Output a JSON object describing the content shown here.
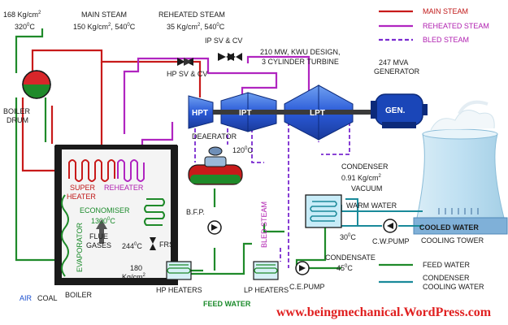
{
  "legend": {
    "main_steam": "MAIN STEAM",
    "reheated_steam": "REHEATED STEAM",
    "bled_steam": "BLED STEAM",
    "feed_water": "FEED WATER",
    "condenser_cooling_line1": "CONDENSER",
    "condenser_cooling_line2": "COOLING WATER"
  },
  "labels": {
    "drum_pressure": "168 Kg/cm",
    "drum_temp": "320",
    "drum_temp_unit": "C",
    "boiler_drum_1": "BOILER",
    "boiler_drum_2": "DRUM",
    "main_steam_title": "MAIN STEAM",
    "main_steam_cond": "150 Kg/cm",
    "main_steam_temp": ", 540",
    "main_steam_temp_unit": "C",
    "reheated_title": "REHEATED STEAM",
    "reheated_cond": "35 Kg/cm",
    "reheated_temp": ", 540",
    "reheated_temp_unit": "C",
    "ip_valve": "IP SV & CV",
    "hp_valve": "HP SV & CV",
    "turbine_desc_1": "210 MW, KWU DESIGN,",
    "turbine_desc_2": "3 CYLINDER TURBINE",
    "generator_desc_1": "247 MVA",
    "generator_desc_2": "GENERATOR",
    "hpt": "HPT",
    "ipt": "IPT",
    "lpt": "LPT",
    "gen": "GEN.",
    "deaerator": "DEAERATOR",
    "deaerator_temp": "120",
    "deaerator_temp_unit": "C",
    "super_heater_1": "SUPER",
    "super_heater_2": "HEATER",
    "reheater": "REHEATER",
    "economiser": "ECONOMISER",
    "furnace_temp": "1300",
    "furnace_temp_unit": "C",
    "flue_1": "FLUE",
    "flue_2": "GASES",
    "evaporator": "EVAPORATOR",
    "bfp": "B.F.P.",
    "frs": "FRS",
    "fw_temp": "244",
    "fw_temp_unit": "C",
    "fw_pressure_1": "180",
    "fw_pressure_2": "Kg/cm",
    "air": "AIR",
    "coal": "COAL",
    "boiler": "BOILER",
    "hp_heaters": "HP HEATERS",
    "lp_heaters": "LP HEATERS",
    "feed_water_label": "FEED WATER",
    "bled_steam_vertical": "BLED STEAM",
    "condenser": "CONDENSER",
    "condenser_vacuum_1": "0.91 Kg/cm",
    "condenser_vacuum_2": "VACUUM",
    "warm_water": "WARM WATER",
    "cond_water_temp": "30",
    "cond_water_temp_unit": "C",
    "cw_pump": "C.W.PUMP",
    "cooled_water": "COOLED WATER",
    "cooling_tower": "COOLING TOWER",
    "condensate_1": "CONDENSATE",
    "condensate_2": "45",
    "condensate_2_unit": "C",
    "ce_pump": "C.E.PUMP",
    "sup2": "2",
    "sup0": "0",
    "website": "www.beingmechanical.WordPress.com"
  },
  "colors": {
    "main_steam": "#c81a1a",
    "reheated_steam": "#b025c0",
    "bled_steam": "#7a2ad0",
    "feed_water": "#1f8a2a",
    "cooling_water": "#1a8a9a",
    "turbine_blue": "#2a5ad8",
    "website": "#e02020"
  }
}
